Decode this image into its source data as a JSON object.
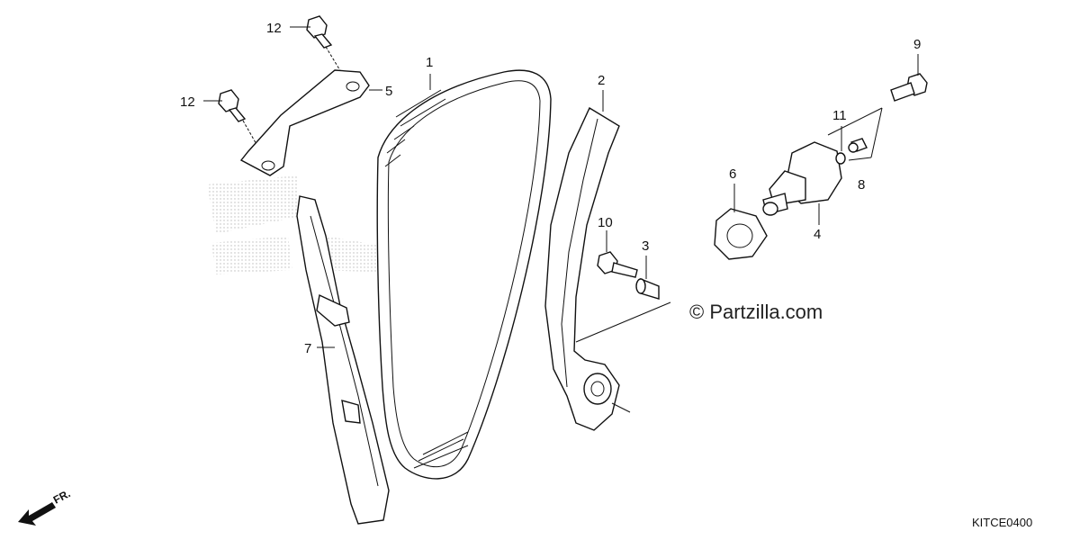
{
  "parts": [
    {
      "number": "1",
      "name": "cam-chain"
    },
    {
      "number": "2",
      "name": "tensioner-slipper"
    },
    {
      "number": "3",
      "name": "collar"
    },
    {
      "number": "4",
      "name": "cam-chain-tensioner-lifter"
    },
    {
      "number": "5",
      "name": "retaining-plate"
    },
    {
      "number": "6",
      "name": "gasket"
    },
    {
      "number": "7",
      "name": "chain-guide"
    },
    {
      "number": "8",
      "name": "bolt"
    },
    {
      "number": "9",
      "name": "flange-bolt"
    },
    {
      "number": "10",
      "name": "pivot-bolt"
    },
    {
      "number": "11",
      "name": "washer"
    },
    {
      "number": "12",
      "name": "flange-bolt"
    }
  ],
  "callouts": {
    "c12a": "12",
    "c12b": "12",
    "c5": "5",
    "c1": "1",
    "c2": "2",
    "c9": "9",
    "c11": "11",
    "c6": "6",
    "c8": "8",
    "c4": "4",
    "c10": "10",
    "c3": "3",
    "c7": "7"
  },
  "watermark": "© Partzilla.com",
  "diagram_code": "KITCE0400",
  "front_label": "FR."
}
